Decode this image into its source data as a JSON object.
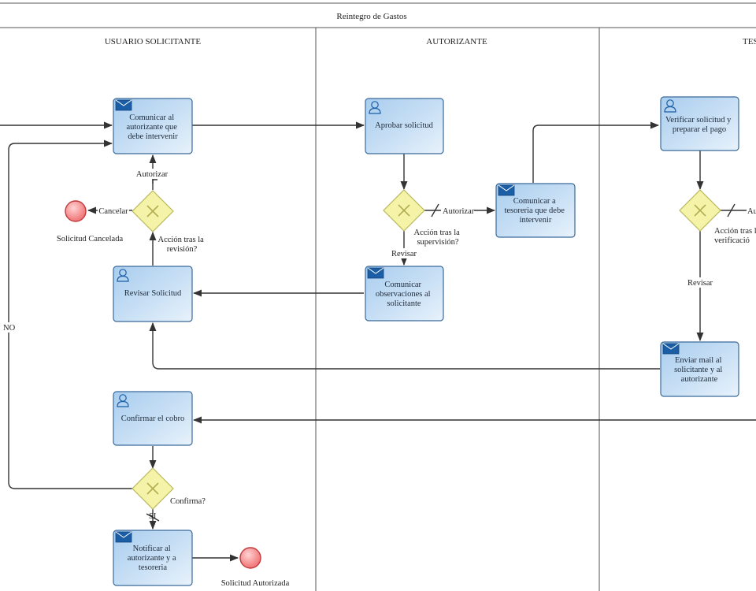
{
  "pool": {
    "title": "Reintegro de Gastos"
  },
  "lanes": [
    {
      "id": "usuario",
      "title": "USUARIO SOLICITANTE"
    },
    {
      "id": "autorizante",
      "title": "AUTORIZANTE"
    },
    {
      "id": "tesoreria",
      "title": "TES"
    }
  ],
  "tasks": [
    {
      "id": "t_comunicar_autorizante",
      "kind": "send",
      "icon": "envelope-icon",
      "lines": [
        "Comunicar al",
        "autorizante que",
        "debe intervenir"
      ]
    },
    {
      "id": "t_revisar",
      "kind": "user",
      "icon": "user-icon",
      "lines": [
        "Revisar Solicitud"
      ]
    },
    {
      "id": "t_confirmar",
      "kind": "user",
      "icon": "user-icon",
      "lines": [
        "Confirmar el cobro"
      ]
    },
    {
      "id": "t_notificar",
      "kind": "send",
      "icon": "envelope-icon",
      "lines": [
        "Notificar al",
        "autorizante y a",
        "tesoreria"
      ]
    },
    {
      "id": "t_aprobar",
      "kind": "user",
      "icon": "user-icon",
      "lines": [
        "Aprobar solicitud"
      ]
    },
    {
      "id": "t_comunicar_obs",
      "kind": "send",
      "icon": "envelope-icon",
      "lines": [
        "Comunicar",
        "observaciones al",
        "solicitante"
      ]
    },
    {
      "id": "t_comunicar_tes",
      "kind": "send",
      "icon": "envelope-icon",
      "lines": [
        "Comunicar a",
        "tesoreria que debe",
        "intervenir"
      ]
    },
    {
      "id": "t_verificar",
      "kind": "user",
      "icon": "user-icon",
      "lines": [
        "Verificar solicitud y",
        "preparar el pago"
      ]
    },
    {
      "id": "t_enviar_mail",
      "kind": "send",
      "icon": "envelope-icon",
      "lines": [
        "Enviar mail al",
        "solicitante y al",
        "autorizante"
      ]
    }
  ],
  "gateways": [
    {
      "id": "g_revision",
      "lines": [
        "Acción tras la",
        "revisión?"
      ]
    },
    {
      "id": "g_confirma",
      "lines": [
        "Confirma?"
      ]
    },
    {
      "id": "g_supervision",
      "lines": [
        "Acción tras la",
        "supervisión?"
      ]
    },
    {
      "id": "g_verificacion",
      "lines": [
        "Acción tras l",
        "verificació"
      ]
    }
  ],
  "events": [
    {
      "id": "e_cancelada",
      "label": "Solicitud Cancelada"
    },
    {
      "id": "e_autorizada",
      "label": "Solicitud Autorizada"
    }
  ],
  "flow_labels": {
    "autorizar_user": "Autorizar",
    "cancelar": "Cancelar",
    "no": "NO",
    "si": "SI",
    "autorizar_aut": "Autorizar",
    "revisar_aut": "Revisar",
    "revisar_tes": "Revisar",
    "autorizar_tes": "Au"
  }
}
